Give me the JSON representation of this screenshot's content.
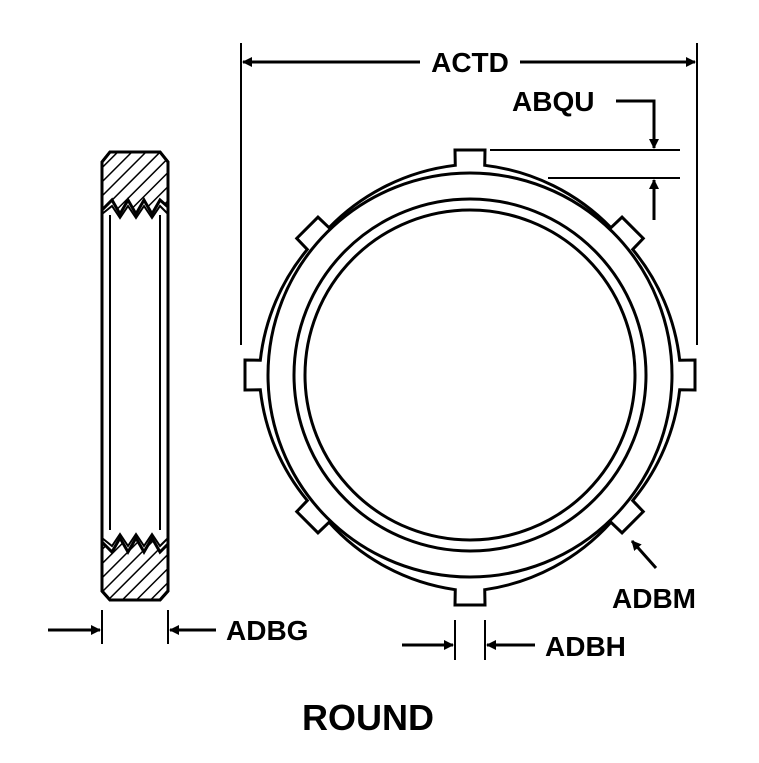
{
  "labels": {
    "actd": "ACTD",
    "abqu": "ABQU",
    "adbm": "ADBM",
    "adbg": "ADBG",
    "adbh": "ADBH"
  },
  "caption": "ROUND",
  "colors": {
    "ink": "#000000",
    "background": "#ffffff"
  }
}
